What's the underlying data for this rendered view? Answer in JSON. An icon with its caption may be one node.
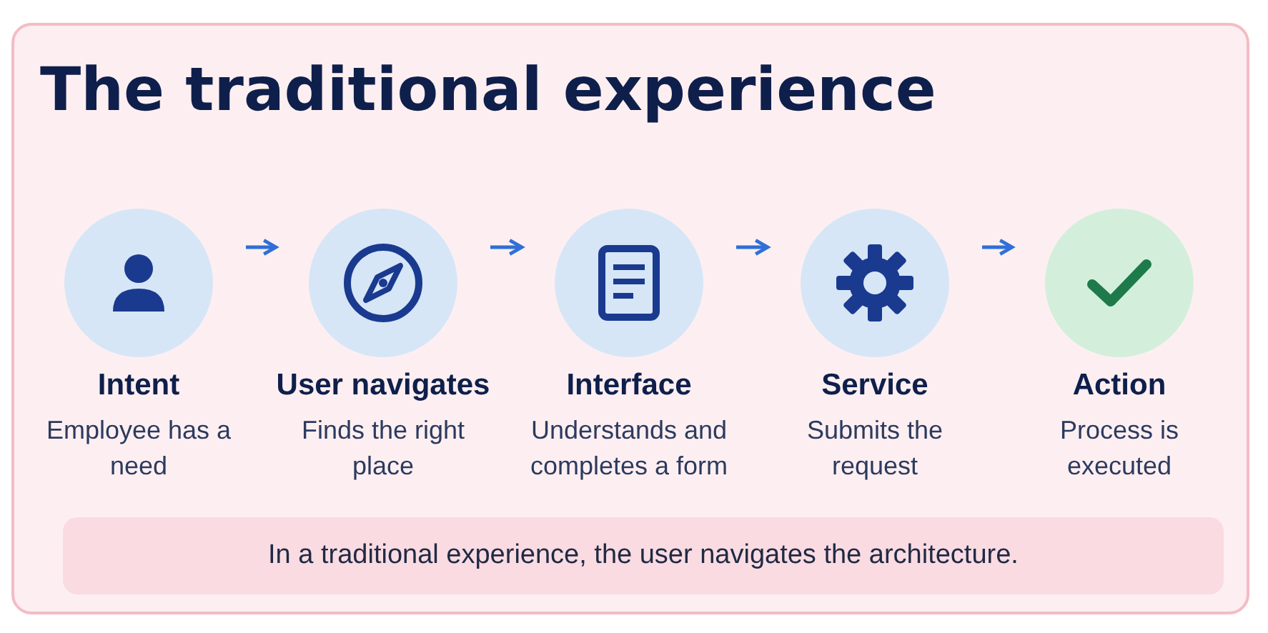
{
  "diagram": {
    "title": "The traditional experience",
    "nodes": [
      {
        "text": [
          "Intent",
          "Employee has a need"
        ]
      },
      {
        "text": [
          "User navigates",
          "Finds the right place"
        ]
      },
      {
        "text": [
          "Interface",
          "Understands and completes a form"
        ]
      },
      {
        "text": [
          "Service",
          "Submits the request"
        ]
      },
      {
        "text": [
          "Action",
          "Process is executed"
        ]
      },
      {
        "text": [
          "In a traditional experience, the user navigates the architecture."
        ]
      }
    ],
    "edges": [
      {
        "from": 0,
        "to": 1,
        "arrow": "to"
      },
      {
        "from": 1,
        "to": 2,
        "arrow": "to"
      },
      {
        "from": 2,
        "to": 3,
        "arrow": "to"
      },
      {
        "from": 3,
        "to": 4,
        "arrow": "to"
      }
    ]
  }
}
